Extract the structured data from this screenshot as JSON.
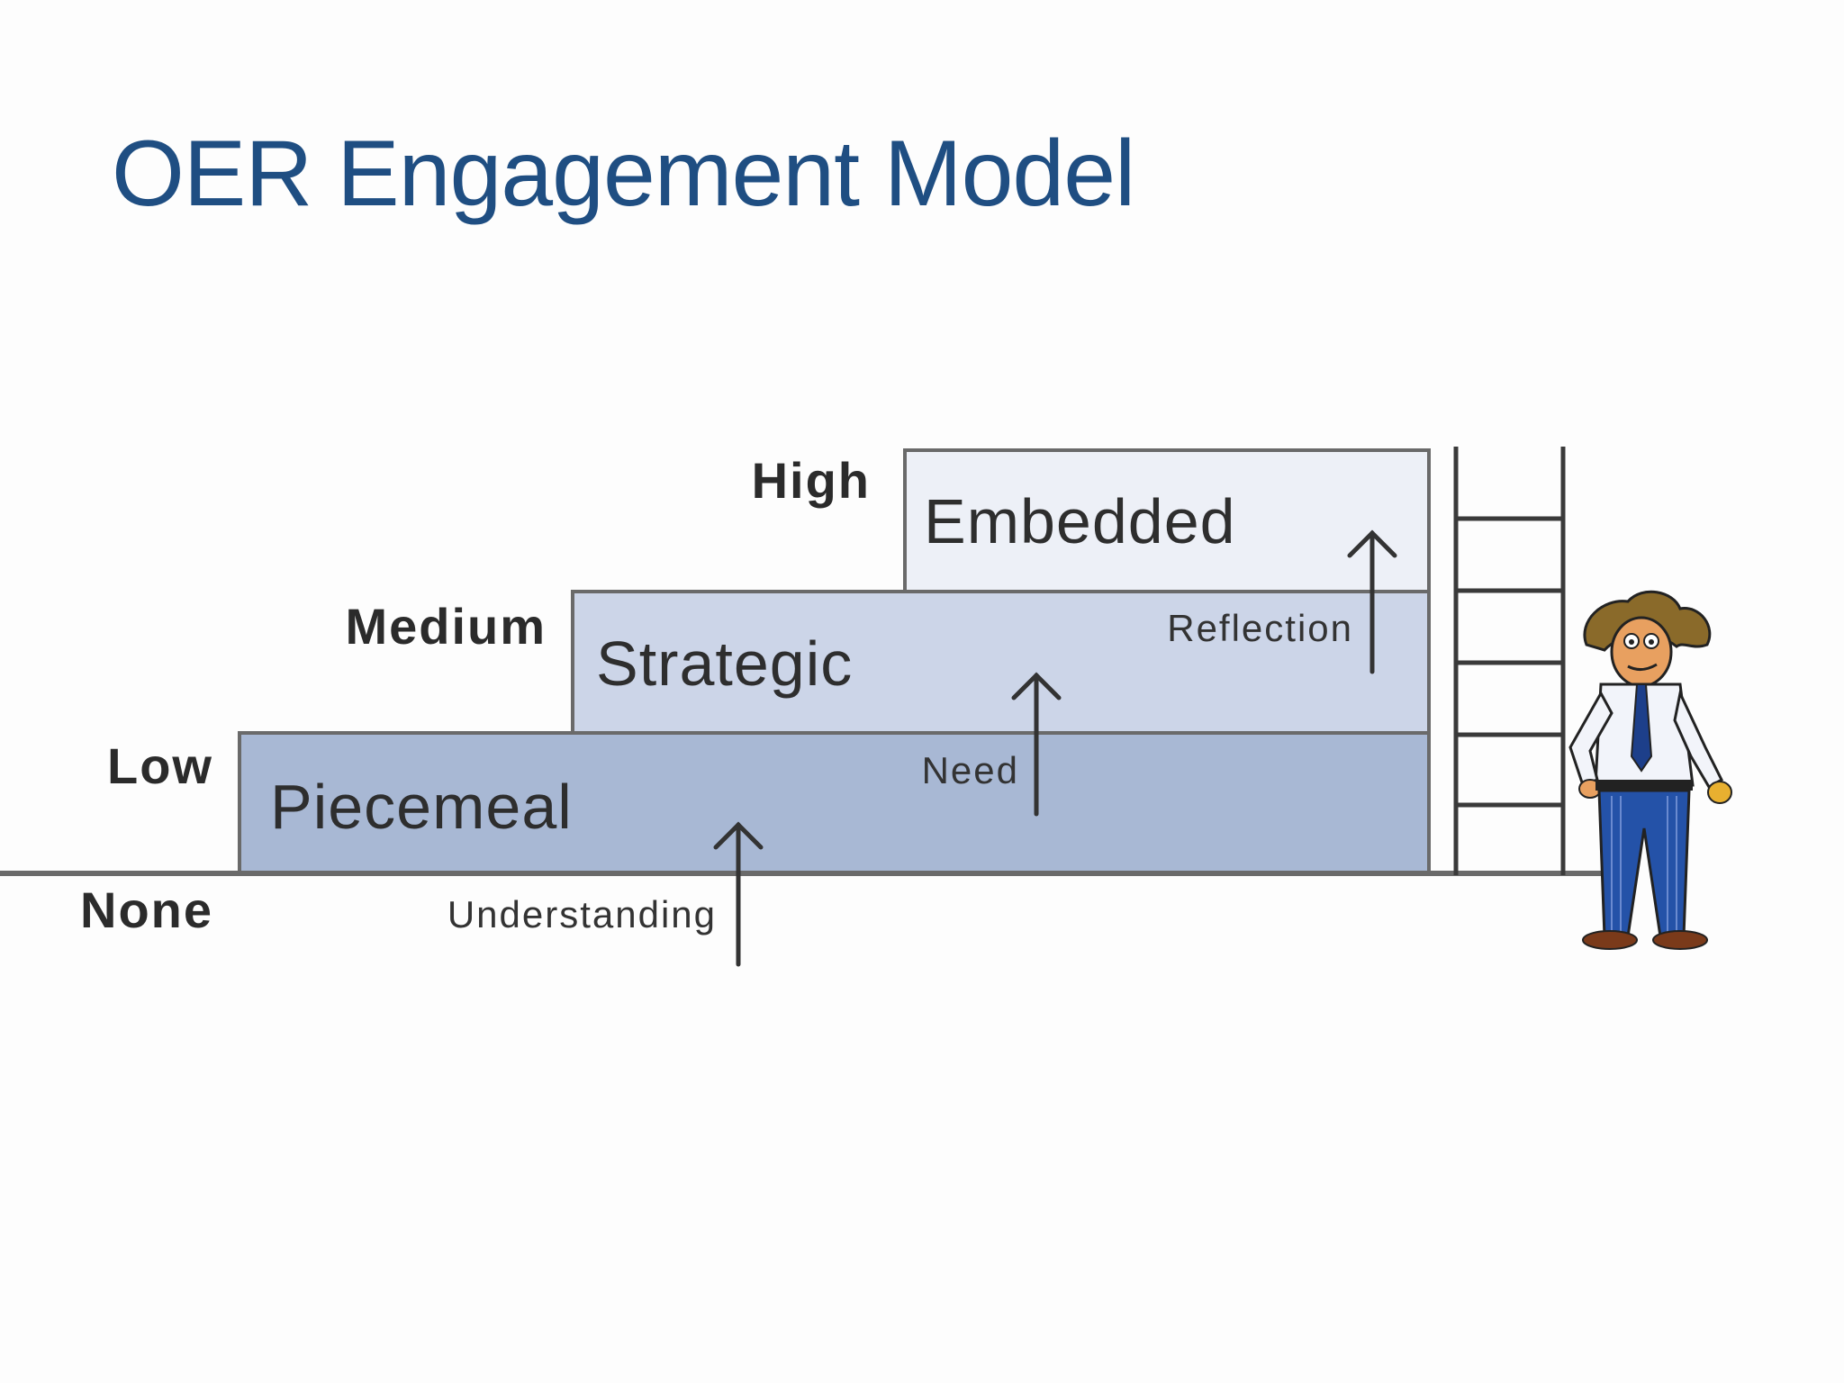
{
  "title": "OER Engagement Model",
  "levels": {
    "high": "High",
    "medium": "Medium",
    "low": "Low",
    "none": "None"
  },
  "stages": {
    "embedded": "Embedded",
    "strategic": "Strategic",
    "piecemeal": "Piecemeal"
  },
  "drivers": {
    "understanding": "Understanding",
    "need": "Need",
    "reflection": "Reflection"
  },
  "colors": {
    "title": "#1f4e82",
    "embedded_fill": "#edf0f7",
    "strategic_fill": "#ccd5e8",
    "piecemeal_fill": "#a8b8d4",
    "outline": "#6a6a6a",
    "ink": "#333333"
  },
  "icons": {
    "character": "cartoon-person-figure",
    "ladder": "ladder-icon"
  }
}
